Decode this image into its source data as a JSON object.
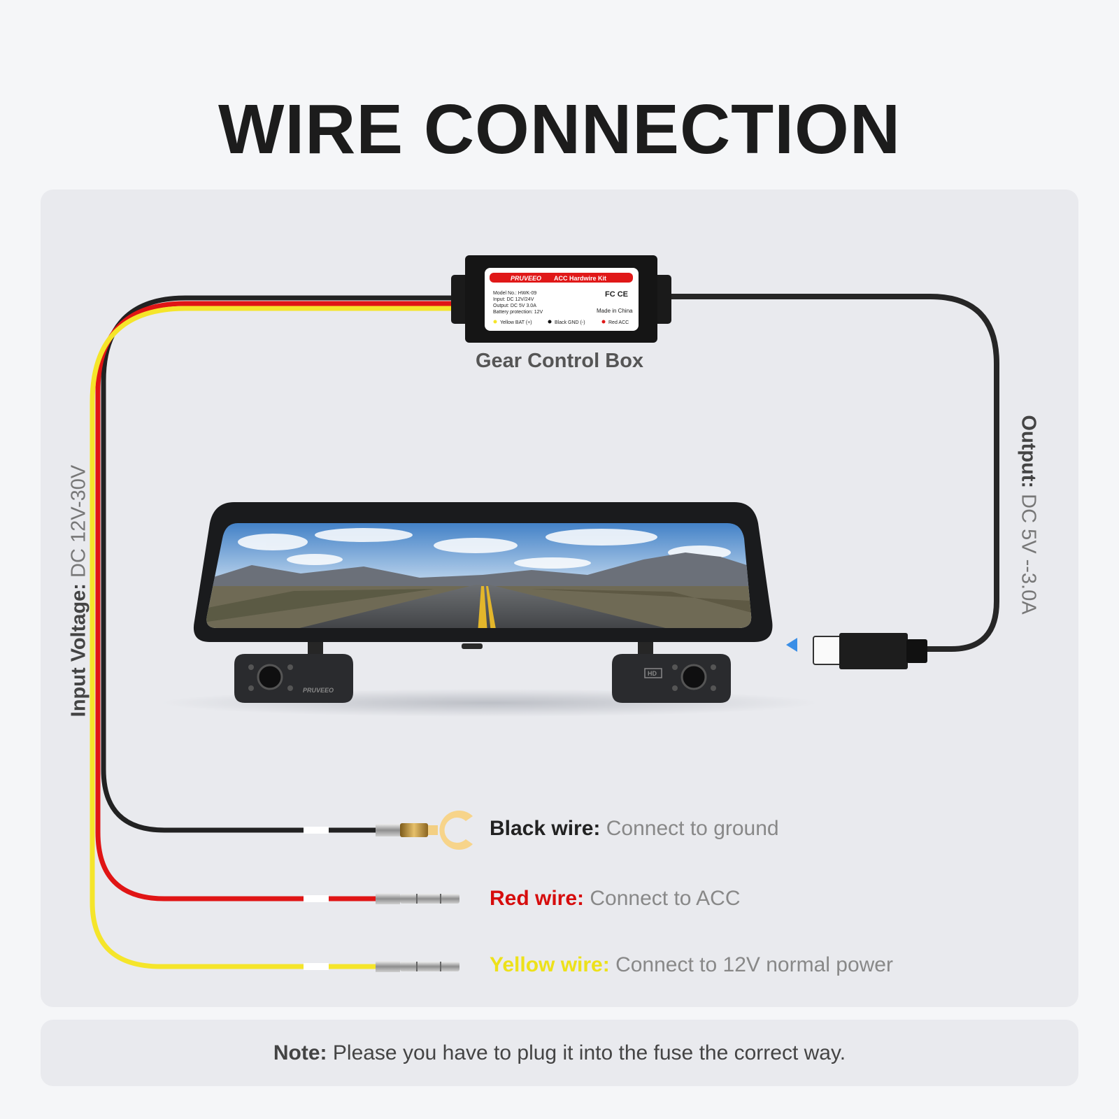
{
  "title": "WIRE CONNECTION",
  "gear_box": {
    "label": "Gear Control Box",
    "sticker": {
      "brand": "PRUVEEO",
      "product": "ACC Hardwire Kit",
      "lines": [
        "Model No.: HWK-09",
        "Input: DC 12V/24V",
        "Output: DC 5V 3.0A",
        "Battery protection: 12V"
      ],
      "cert": "FC CE",
      "made_in": "Made in China",
      "legend": [
        "Yellow BAT (+)",
        "Black GND (-)",
        "Red ACC"
      ]
    }
  },
  "input_voltage": {
    "label": "Input Voltage:",
    "value": "DC 12V-30V"
  },
  "output": {
    "label": "Output:",
    "value": "DC 5V --3.0A"
  },
  "wires": [
    {
      "label": "Black wire:",
      "desc": "Connect to ground",
      "color": "#222222"
    },
    {
      "label": "Red wire:",
      "desc": "Connect to ACC",
      "color": "#e01515"
    },
    {
      "label": "Yellow wire:",
      "desc": "Connect to 12V normal power",
      "color": "#f5e52a"
    }
  ],
  "camera_logos": {
    "left": "PRUVEEO",
    "right": "HD"
  },
  "note": {
    "label": "Note:",
    "text": "Please you have to plug it into the fuse the correct way."
  }
}
